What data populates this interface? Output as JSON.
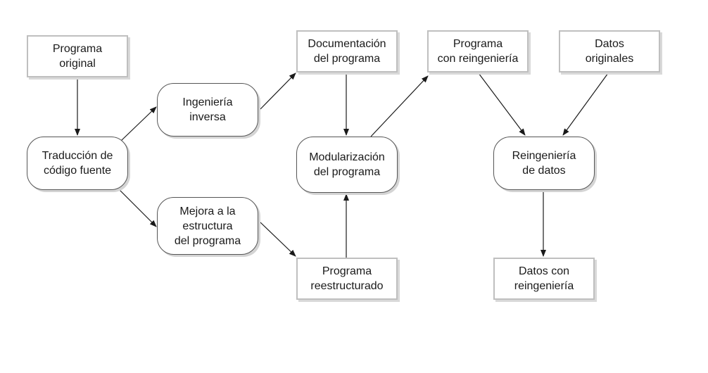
{
  "nodes": {
    "programa_original": [
      "Programa",
      "original"
    ],
    "ingenieria_inversa": [
      "Ingeniería",
      "inversa"
    ],
    "documentacion": [
      "Documentación",
      "del programa"
    ],
    "programa_reingenieria": [
      "Programa",
      "con reingeniería"
    ],
    "datos_originales": [
      "Datos",
      "originales"
    ],
    "traduccion": [
      "Traducción de",
      "código fuente"
    ],
    "modularizacion": [
      "Modularización",
      "del programa"
    ],
    "reingenieria_datos": [
      "Reingeniería",
      "de datos"
    ],
    "mejora": [
      "Mejora a la",
      "estructura",
      "del programa"
    ],
    "programa_reestructurado": [
      "Programa",
      "reestructurado"
    ],
    "datos_con_reingenieria": [
      "Datos con",
      "reingeniería"
    ]
  },
  "colors": {
    "line": "#1a1a1a",
    "doc_border": "#bfbfbf",
    "proc_border": "#555555",
    "shadow": "#d9d9d9"
  }
}
